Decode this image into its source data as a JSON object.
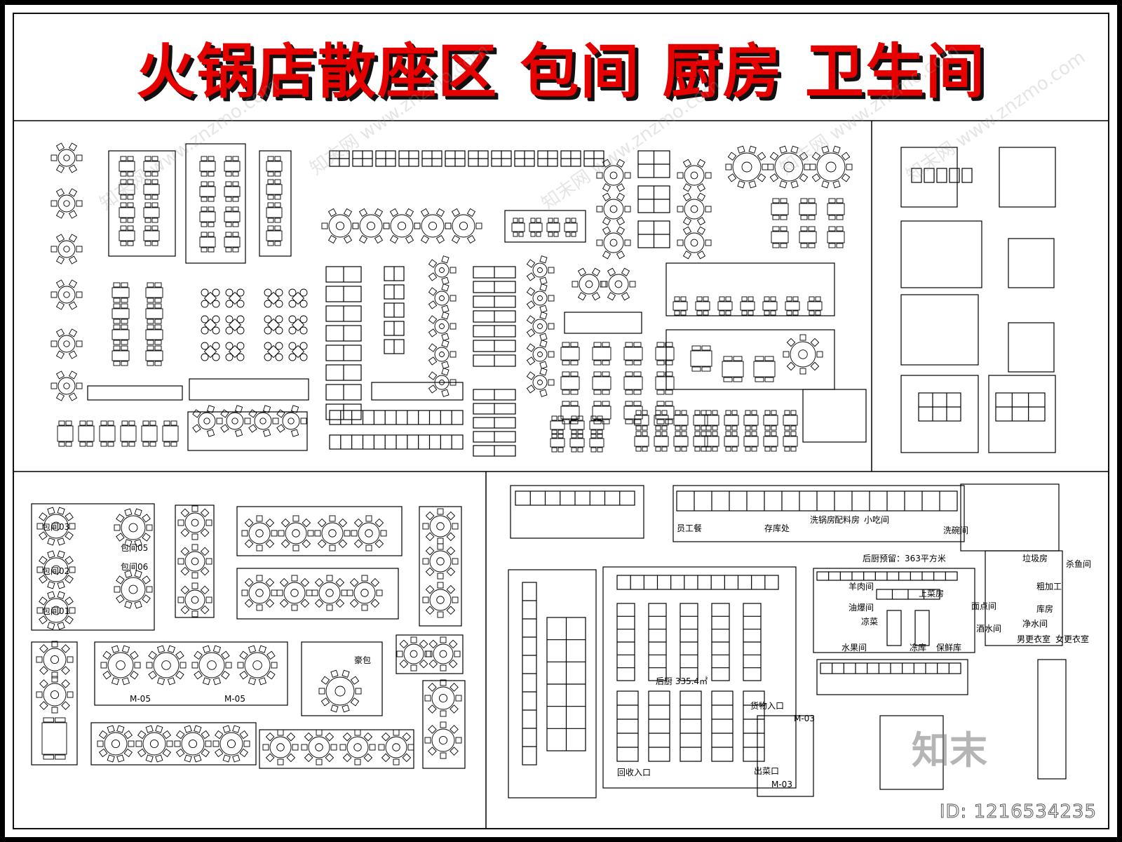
{
  "title": "火锅店散座区 包间 厨房 卫生间",
  "watermark": "知末网 www.znzmo.com",
  "logo": "知末",
  "id_label": "ID: 1216534235",
  "colors": {
    "title": "#e60000",
    "title_shadow": "#111111",
    "lines": "#000000"
  },
  "private_rooms": {
    "labels": [
      "包间03",
      "包间02",
      "包间01",
      "包间05",
      "包间06"
    ],
    "door_labels": [
      "M-05",
      "M-05"
    ],
    "vip": "豪包"
  },
  "kitchen_a": {
    "area_label": "后厨预留：363平方米",
    "rooms": [
      "洗锅房",
      "配料房",
      "小吃间",
      "洗碗间",
      "羊肉间",
      "上菜房",
      "油爆间",
      "凉菜",
      "面点间",
      "水果间",
      "冻库",
      "保鲜库",
      "酒水间",
      "垃圾房",
      "杀鱼间",
      "粗加工",
      "库房",
      "净水间",
      "男更衣室",
      "女更衣室"
    ]
  },
  "kitchen_b": {
    "area_label": "后厨 335.4㎡",
    "labels": [
      "货物入口",
      "回收入口",
      "出菜口",
      "M-03",
      "M-03",
      "员工餐",
      "存库处"
    ]
  }
}
